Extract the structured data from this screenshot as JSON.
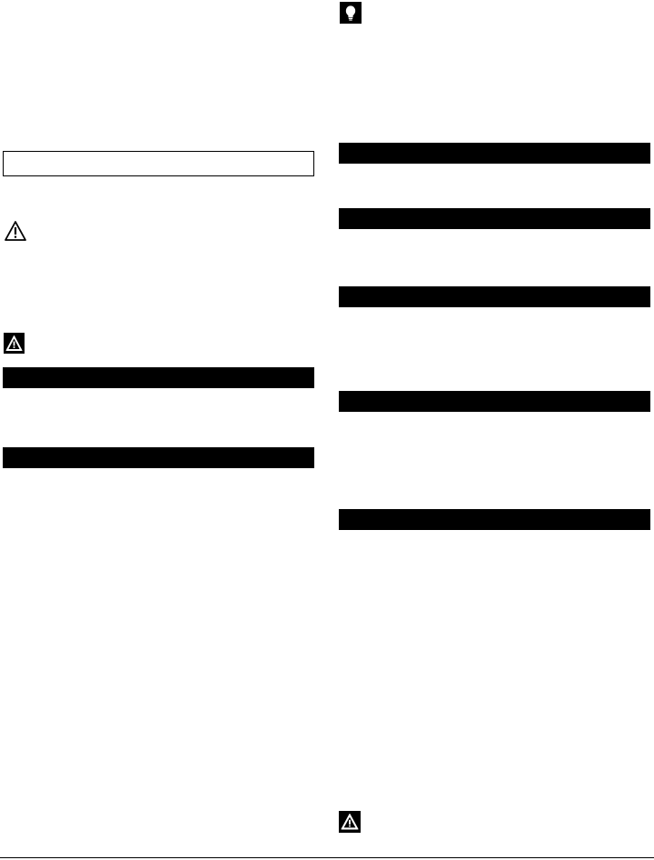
{
  "left_column": {
    "outlined_box_text": "",
    "warning_outline_icon": "warning-triangle-outline",
    "warning_filled_icon": "warning-triangle-inverse",
    "section_bars": [
      {
        "title": ""
      },
      {
        "title": ""
      }
    ]
  },
  "right_column": {
    "tip_icon": "lightbulb",
    "section_bars": [
      {
        "title": ""
      },
      {
        "title": ""
      },
      {
        "title": ""
      },
      {
        "title": ""
      },
      {
        "title": ""
      }
    ],
    "bottom_warning_icon": "warning-triangle-inverse"
  },
  "colors": {
    "ink": "#000000",
    "paper": "#ffffff"
  }
}
